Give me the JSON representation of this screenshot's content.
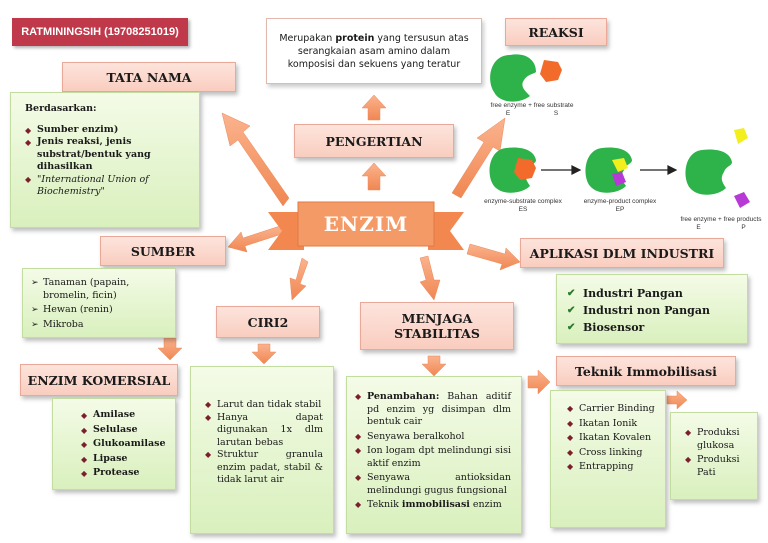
{
  "header": {
    "author": "RATMININGSIH (19708251019)"
  },
  "center": {
    "title": "ENZIM"
  },
  "pengertian": {
    "label": "PENGERTIAN",
    "text_before": "Merupakan ",
    "text_bold": "protein",
    "text_after": " yang tersusun atas serangkaian asam amino dalam komposisi dan sekuens yang teratur"
  },
  "reaksi": {
    "label": "REAKSI",
    "captions": {
      "free1": "free enzyme + free substrate",
      "free1_letters_e": "E",
      "free1_letters_s": "S",
      "es": "enzyme-substrate complex",
      "es_letter": "ES",
      "ep": "enzyme-product complex",
      "ep_letter": "EP",
      "free2": "free enzyme + free products",
      "free2_letter_e": "E",
      "free2_letter_p": "P"
    }
  },
  "tata_nama": {
    "label": "TATA NAMA",
    "heading": "Berdasarkan:",
    "items": [
      "Sumber enzim)",
      "Jenis reaksi, jenis substrat/bentuk yang dihasilkan",
      "\"International Union of Biochemistry\""
    ]
  },
  "sumber": {
    "label": "SUMBER",
    "items": [
      "Tanaman (papain, bromelin, ficin)",
      "Hewan (renin)",
      "Mikroba"
    ]
  },
  "enzim_komersial": {
    "label": "ENZIM KOMERSIAL",
    "items": [
      "Amilase",
      "Selulase",
      "Glukoamilase",
      "Lipase",
      "Protease"
    ]
  },
  "ciri2": {
    "label": "CIRI2",
    "items": [
      "Larut dan tidak stabil",
      "Hanya dapat digunakan 1x dlm larutan bebas",
      "Struktur granula enzim padat, stabil & tidak larut air"
    ]
  },
  "menjaga": {
    "label_line1": "MENJAGA",
    "label_line2": "STABILITAS",
    "first_bold": "Penambahan:",
    "first_rest": " Bahan aditif pd enzim yg disimpan dlm bentuk cair",
    "items": [
      "Senyawa beralkohol",
      "Ion logam dpt melindungi sisi aktif enzim",
      "Senyawa antioksidan melindungi gugus fungsional"
    ],
    "last_before": "Teknik ",
    "last_bold": "immobilisasi",
    "last_after": " enzim"
  },
  "aplikasi": {
    "label": "APLIKASI DLM INDUSTRI",
    "items": [
      "Industri Pangan",
      "Industri non Pangan",
      "Biosensor"
    ]
  },
  "teknik": {
    "label": "Teknik Immobilisasi",
    "items": [
      "Carrier Binding",
      "Ikatan Ionik",
      "Ikatan Kovalen",
      "Cross linking",
      "Entrapping"
    ]
  },
  "produksi": {
    "items": [
      "Produksi glukosa",
      "Produksi Pati"
    ]
  },
  "colors": {
    "arrow": "#f79a6b",
    "title_tag": "#c0394a",
    "enzyme": "#2db34a",
    "substrate": "#f26b2a",
    "product_yellow": "#f2ef1c",
    "product_purple": "#b73ad6"
  }
}
